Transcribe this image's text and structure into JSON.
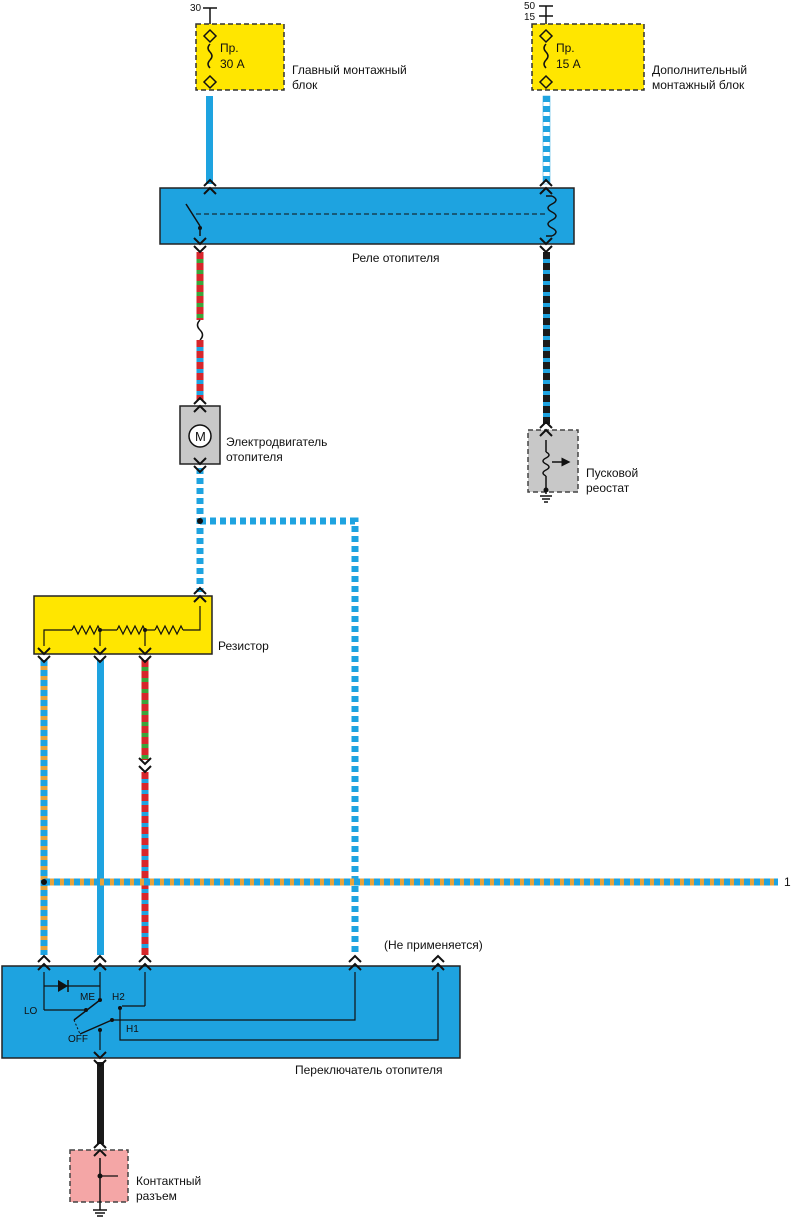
{
  "fuses": [
    {
      "term_top": "30",
      "name": "Пр.",
      "rating": "30 А",
      "desc1": "Главный монтажный",
      "desc2": "блок"
    },
    {
      "term_top1": "50",
      "term_top2": "15",
      "name": "Пр.",
      "rating": "15 А",
      "desc1": "Дополнительный",
      "desc2": "монтажный блок"
    }
  ],
  "relay": {
    "label": "Реле отопителя"
  },
  "motor": {
    "symbol": "M",
    "label1": "Электродвигатель",
    "label2": "отопителя"
  },
  "rheostat": {
    "label1": "Пусковой",
    "label2": "реостат"
  },
  "resistor": {
    "label": "Резистор"
  },
  "switch": {
    "label": "Переключатель отопителя",
    "not_used": "(Не применяется)",
    "positions": {
      "lo": "LO",
      "me": "ME",
      "h2": "H2",
      "h1": "H1",
      "off": "OFF"
    }
  },
  "connector": {
    "label1": "Контактный",
    "label2": "разъем"
  },
  "bus_label": "1",
  "colors": {
    "blue": "#1ea3e0",
    "yellow": "#ffe600",
    "red": "#d7262b",
    "green": "#3aa53a",
    "black": "#1a1a1a",
    "white": "#ffffff",
    "grey": "#c8c8c8",
    "pink": "#f4a6a6",
    "orange": "#e8a33b"
  }
}
